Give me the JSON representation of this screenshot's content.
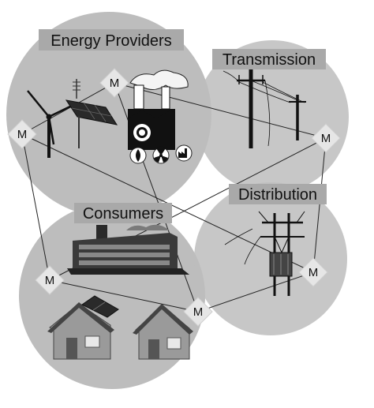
{
  "regions": {
    "energy_providers": "Energy Providers",
    "transmission": "Transmission",
    "distribution": "Distribution",
    "consumers": "Consumers"
  },
  "meters": [
    {
      "id": "m-providers-top",
      "label": "M"
    },
    {
      "id": "m-providers-left",
      "label": "M"
    },
    {
      "id": "m-transmission",
      "label": "M"
    },
    {
      "id": "m-distribution",
      "label": "M"
    },
    {
      "id": "m-consumers-left",
      "label": "M"
    },
    {
      "id": "m-consumers-right",
      "label": "M"
    }
  ],
  "colors": {
    "region_fill": "#bdbdbd",
    "label_bg": "#a9a9a9",
    "meter_fill": "#e6e6e6",
    "line": "#222222",
    "house_fill": "#9a9a9a"
  },
  "icons": [
    "wind-turbine-icon",
    "solar-panel-icon",
    "power-plant-icon",
    "gas-flame-icon",
    "nuclear-icon",
    "factory-small-icon",
    "transmission-tower-icon",
    "distribution-pole-icon",
    "transformer-icon",
    "office-building-icon",
    "house-icon",
    "rooftop-solar-icon"
  ]
}
